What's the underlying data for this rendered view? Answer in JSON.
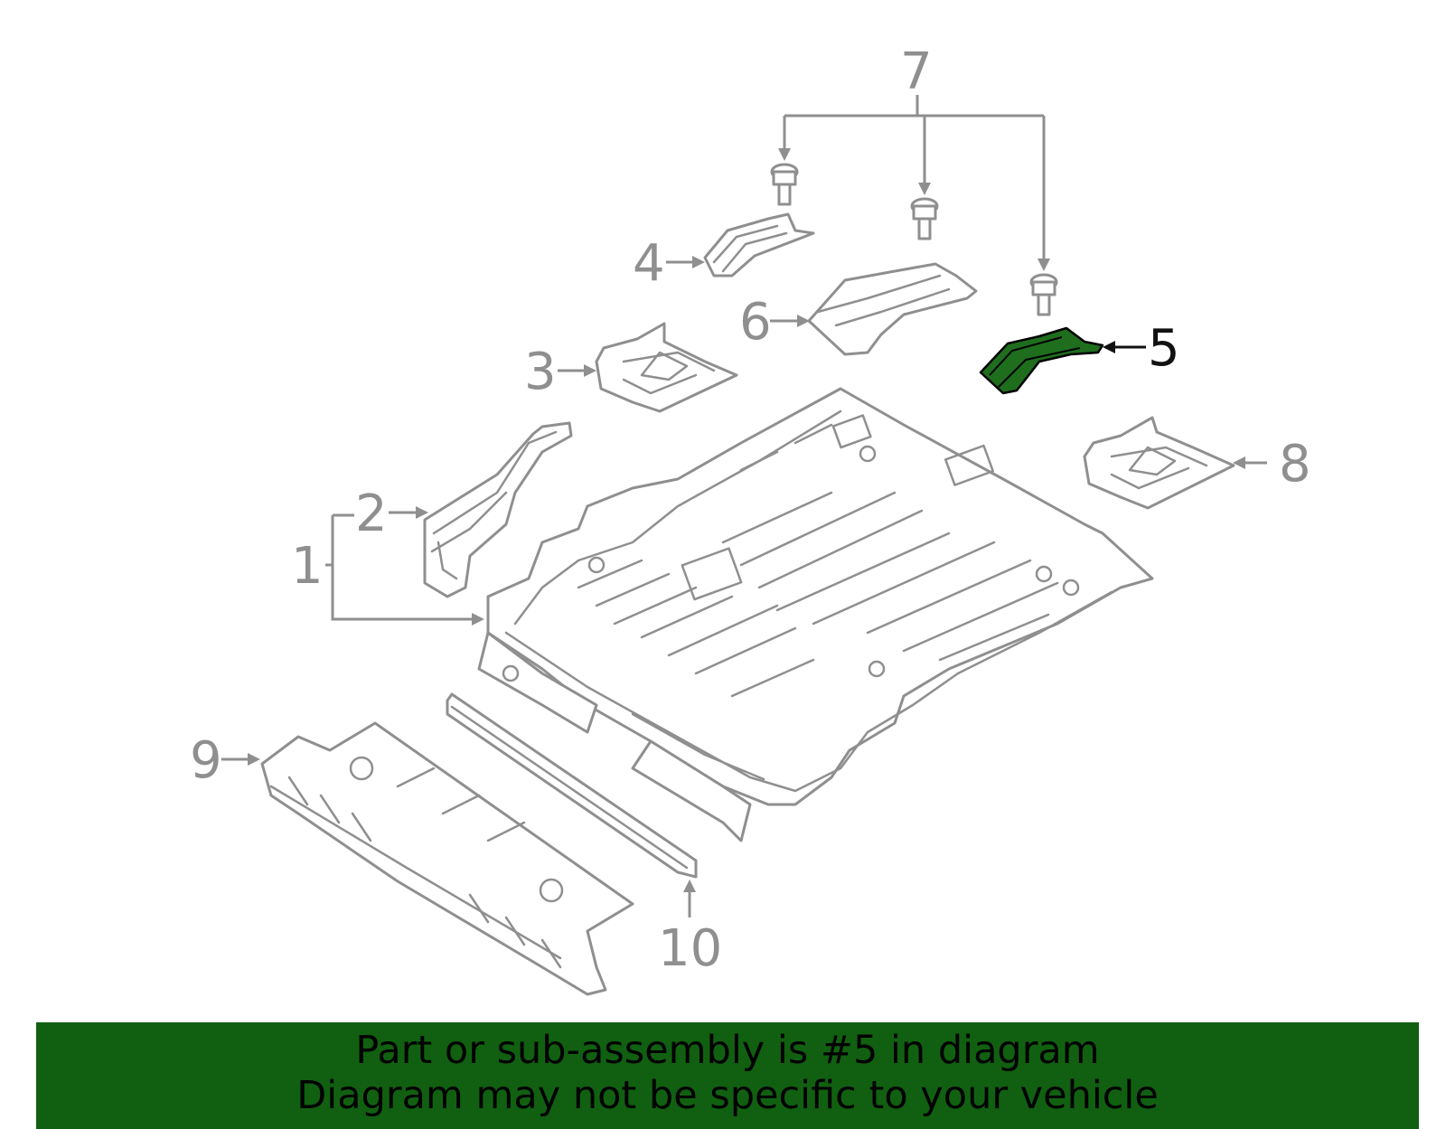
{
  "callouts": {
    "c1": "1",
    "c2": "2",
    "c3": "3",
    "c4": "4",
    "c5": "5",
    "c6": "6",
    "c7": "7",
    "c8": "8",
    "c9": "9",
    "c10": "10"
  },
  "highlighted_part": "5",
  "colors": {
    "part_outline": "#8f8f8f",
    "highlight_fill": "#1e6e1e",
    "banner_background": "#116011",
    "banner_text": "#000000"
  },
  "banner": {
    "line1": "Part or sub-assembly is #5 in diagram",
    "line2": "Diagram may not be specific to your vehicle"
  }
}
